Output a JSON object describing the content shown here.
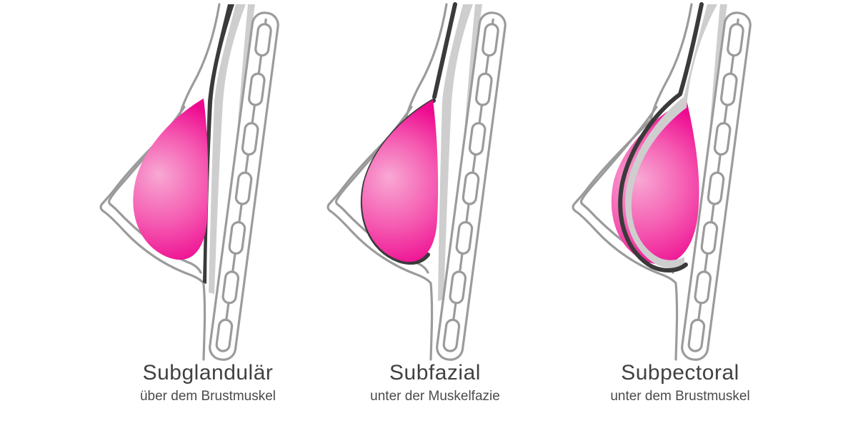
{
  "figure": {
    "panels": [
      {
        "id": "subglandular",
        "title": "Subglandulär",
        "subtitle": "über dem Brustmuskel"
      },
      {
        "id": "subfascial",
        "title": "Subfazial",
        "subtitle": "unter der Muskelfazie"
      },
      {
        "id": "subpectoral",
        "title": "Subpectoral",
        "subtitle": "unter dem Brustmuskel"
      }
    ]
  },
  "colors": {
    "background": "#ffffff",
    "skin_outline": "#9b9b9b",
    "structure_outline": "#9b9b9b",
    "muscle_gray": "#cecece",
    "fascia_dark": "#3a3a3a",
    "implant_center": "#f8a9d4",
    "implant_mid": "#f55cb2",
    "implant_edge": "#ee0a90",
    "title_text": "#414141",
    "subtitle_text": "#4b4b4b"
  }
}
